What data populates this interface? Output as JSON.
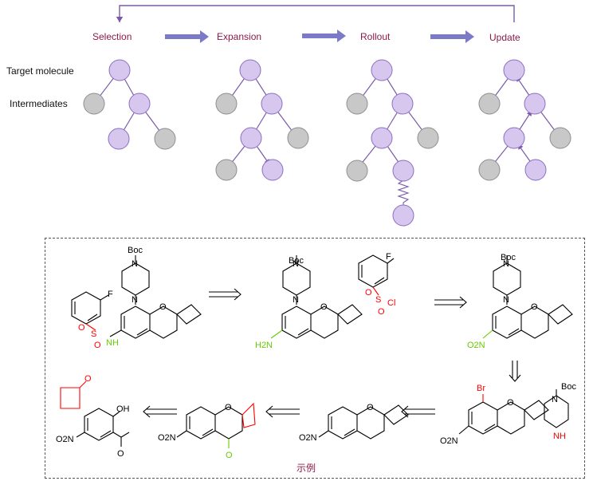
{
  "mcts": {
    "steps": [
      "Selection",
      "Expansion",
      "Rollout",
      "Update"
    ],
    "row_labels": {
      "target": "Target molecule",
      "intermediates": "Intermediates"
    }
  },
  "colors": {
    "purple_node": "#d7c7ef",
    "purple_stroke": "#8a6fc0",
    "grey_node": "#c8c8c8",
    "grey_stroke": "#8e8e8e",
    "edge": "#7a5aa8",
    "accent": "#8b1a4a",
    "green": "#66cc00",
    "red": "#ff0000"
  },
  "retro": {
    "caption": "示例",
    "labels": {
      "boc": "Boc",
      "n": "N",
      "o": "O",
      "f": "F",
      "s": "S",
      "cl": "Cl",
      "h": "H",
      "nh": "NH",
      "h2n": "H2N",
      "o2n": "O2N",
      "br": "Br",
      "oh": "OH"
    }
  }
}
